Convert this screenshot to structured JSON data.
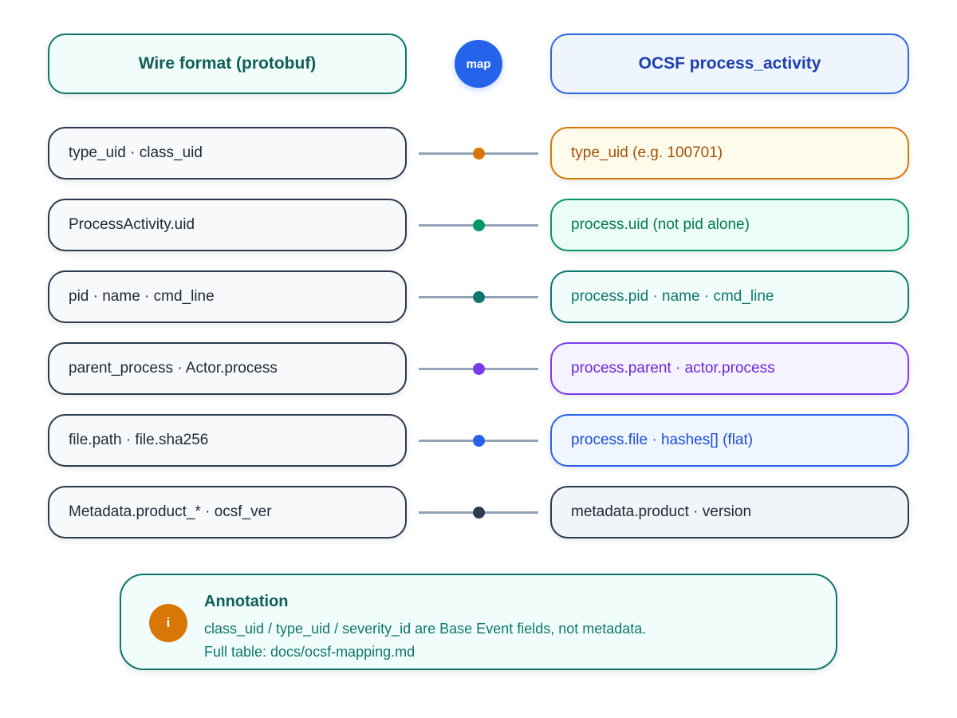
{
  "header": {
    "left_title": "Wire format (protobuf)",
    "center_badge": "map",
    "right_title": "OCSF process_activity"
  },
  "rows": [
    {
      "left": "type_uid · class_uid",
      "right": "type_uid (e.g. 100701)",
      "border": "#d97706",
      "fill": "#fffbeb",
      "text": "#a4500b",
      "dot": "#d97706"
    },
    {
      "left": "ProcessActivity.uid",
      "right": "process.uid (not pid alone)",
      "border": "#059669",
      "fill": "#ecfdf5",
      "text": "#047857",
      "dot": "#059669"
    },
    {
      "left": "pid · name · cmd_line",
      "right": "process.pid · name · cmd_line",
      "border": "#0f766e",
      "fill": "#f0fdfa",
      "text": "#0f766e",
      "dot": "#0f766e"
    },
    {
      "left": "parent_process · Actor.process",
      "right": "process.parent · actor.process",
      "border": "#7c3aed",
      "fill": "#f5f3ff",
      "text": "#6d28d9",
      "dot": "#7c3aed"
    },
    {
      "left": "file.path · file.sha256",
      "right": "process.file · hashes[] (flat)",
      "border": "#2563eb",
      "fill": "#eff6ff",
      "text": "#1d4ed8",
      "dot": "#2563eb"
    },
    {
      "left": "Metadata.product_* · ocsf_ver",
      "right": "metadata.product · version",
      "border": "#2d3a4f",
      "fill": "#f1f4f8",
      "text": "#1f2937",
      "dot": "#2d3a4f"
    }
  ],
  "annotation": {
    "icon": "i",
    "title": "Annotation",
    "line1": "class_uid / type_uid / severity_id are Base Event fields, not metadata.",
    "line2": "Full table: docs/ocsf-mapping.md"
  }
}
